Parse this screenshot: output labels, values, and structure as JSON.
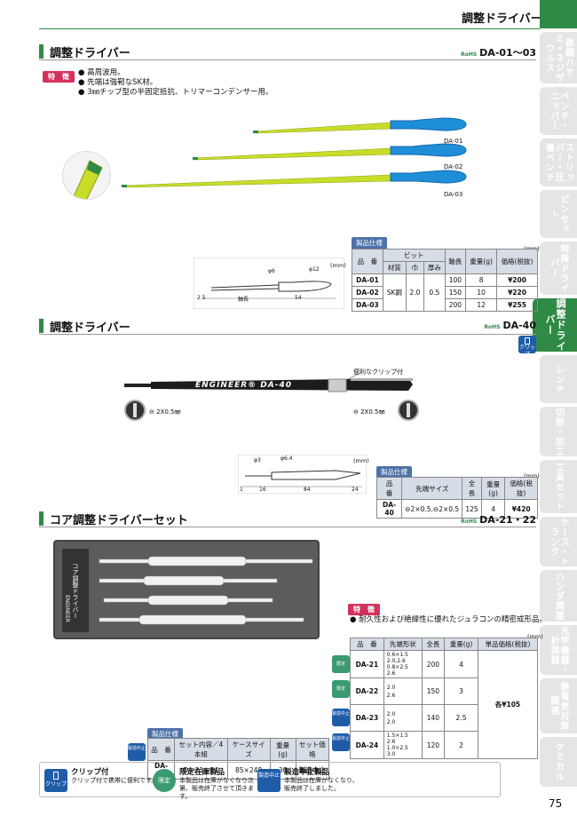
{
  "header": {
    "category": "調整ドライバー"
  },
  "sidebar": [
    {
      "label": "鉄鋼ハサミ・ネジザウルス",
      "active": false
    },
    {
      "label": "ペンチ・ニッパー",
      "active": false
    },
    {
      "label": "ストリッパー・圧着ペンチ",
      "active": false
    },
    {
      "label": "ピンセット",
      "active": false
    },
    {
      "label": "特殊ドライバー",
      "active": false
    },
    {
      "label": "調整ドライバー",
      "active": true
    },
    {
      "label": "レンチ",
      "active": false
    },
    {
      "label": "切断・加工",
      "active": false
    },
    {
      "label": "工具セット",
      "active": false
    },
    {
      "label": "ケース・トランク",
      "active": false
    },
    {
      "label": "ハンダ関連",
      "active": false
    },
    {
      "label": "光学機器・計測器",
      "active": false
    },
    {
      "label": "静電気対策関連",
      "active": false
    },
    {
      "label": "ケミカル",
      "active": false
    }
  ],
  "section1": {
    "title": "調整ドライバー",
    "model": "DA-01～03",
    "rohs": "RoHS",
    "feature_tag": "特　徴",
    "features": [
      "高周波用。",
      "先端は強靭なSK材。",
      "3㎜チップ型の半固定抵抗、トリマーコンデンサー用。"
    ],
    "tool_labels": [
      "DA-01",
      "DA-02",
      "DA-03"
    ],
    "spec_tag": "製品仕様",
    "unit": "(mm)",
    "dims": {
      "d1": "φ6",
      "d2": "φ12",
      "shaft": "軸長",
      "l1": "2.5",
      "l2": "54"
    },
    "table": {
      "headers": [
        "品　番",
        "ビット",
        "軸長",
        "重量(g)",
        "価格(税抜)"
      ],
      "sub_headers": [
        "材質",
        "巾",
        "厚み"
      ],
      "material": "SK鋼",
      "width": "2.0",
      "thickness": "0.5",
      "rows": [
        {
          "code": "DA-01",
          "length": "100",
          "weight": "8",
          "price": "¥200"
        },
        {
          "code": "DA-02",
          "length": "150",
          "weight": "10",
          "price": "¥220"
        },
        {
          "code": "DA-03",
          "length": "200",
          "weight": "12",
          "price": "¥255"
        }
      ]
    }
  },
  "section2": {
    "title": "調整ドライバー",
    "model": "DA-40",
    "rohs": "RoHS",
    "clip_icon": "クリップ",
    "clip_note": "便利なクリップ付",
    "brand_text": "ENGINEER® DA-40",
    "tip_left": "⊖ 2X0.5㎜",
    "tip_right": "⊖ 2X0.5㎜",
    "unit": "(mm)",
    "dims": {
      "d1": "φ3",
      "d2": "φ6.4",
      "a": "1",
      "b": "16",
      "c": "84",
      "d": "24"
    },
    "spec_tag": "製品仕様",
    "table": {
      "headers": [
        "品　番",
        "先端サイズ",
        "全長",
        "重量(g)",
        "価格(税抜)"
      ],
      "row": {
        "code": "DA-40",
        "tip": "⊖2×0.5,⊖2×0.5",
        "length": "125",
        "weight": "4",
        "price": "¥420"
      }
    }
  },
  "section3": {
    "title": "コア調整ドライバーセット",
    "model": "DA-21・22",
    "rohs": "RoHS",
    "pack_title": "コア調整ドライバー",
    "pack_brand": "ENGINEER",
    "feature_tag": "特　徴",
    "features": [
      "耐久性および絶縁性に優れたジュラコンの精密成形品。"
    ],
    "unit": "(mm)",
    "table": {
      "headers": [
        "品　番",
        "先端形状",
        "全長",
        "重量(g)",
        "単品価格(税抜)"
      ],
      "rows": [
        {
          "code": "DA-21",
          "tip": [
            "0.6×1.5",
            "2.0,2.6",
            "0.8×2.5",
            "2.6"
          ],
          "length": "200",
          "weight": "4",
          "badge": "限定"
        },
        {
          "code": "DA-22",
          "tip": [
            "2.0",
            "2.6"
          ],
          "length": "150",
          "weight": "3",
          "badge": "限定"
        },
        {
          "code": "DA-23",
          "tip": [
            "2.0",
            "2.0"
          ],
          "length": "140",
          "weight": "2.5",
          "badge": "製造中止"
        },
        {
          "code": "DA-24",
          "tip": [
            "1.5×1.5",
            "2.6",
            "1.0×2.5",
            "3.0"
          ],
          "length": "120",
          "weight": "2",
          "badge": "製造中止"
        }
      ],
      "price": "各¥105"
    },
    "set_spec_tag": "製品仕様",
    "set_table": {
      "headers": [
        "品　番",
        "セット内容／4本組",
        "ケースサイズ",
        "重量(g)",
        "セット価格"
      ],
      "row": {
        "code": "DA-20",
        "content": "DA-21～24",
        "case": "85×248",
        "weight": "30",
        "price": "製造中止",
        "badge": "製造中止"
      }
    }
  },
  "legend": [
    {
      "icon": "クリップ",
      "title": "クリップ付",
      "text": "クリップ付で携帯に便利です。"
    },
    {
      "icon": "限定",
      "title": "限定在庫製品",
      "text": "本製品は在庫がなくなり次第、販売終了させて頂きます。"
    },
    {
      "icon": "製造中止",
      "title": "製造中止製品",
      "text": "本製品は在庫がなくなり、販売終了しました。"
    }
  ],
  "page_number": "75",
  "colors": {
    "accent": "#2f8a45",
    "handle": "#1f8ed8",
    "shaft": "#c8dc2a",
    "feature": "#d4325e",
    "spec": "#4d72a8"
  }
}
